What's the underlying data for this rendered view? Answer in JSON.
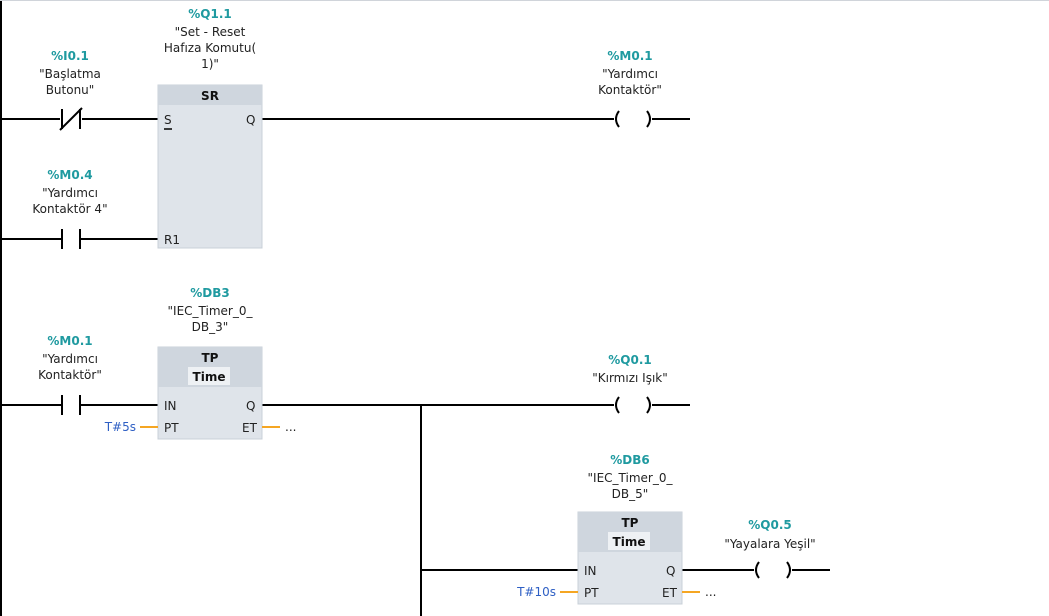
{
  "network1": {
    "contact_start": {
      "address": "%I0.1",
      "name_lines": [
        "\"Başlatma",
        "Butonu\""
      ]
    },
    "contact_m04": {
      "address": "%M0.4",
      "name_lines": [
        "\"Yardımcı",
        "Kontaktör 4\""
      ]
    },
    "sr_block": {
      "address": "%Q1.1",
      "name_lines": [
        "\"Set - Reset",
        "Hafıza Komutu(",
        "1)\""
      ],
      "type": "SR",
      "pin_s": "S",
      "pin_r1": "R1",
      "pin_q": "Q"
    },
    "coil_m01": {
      "address": "%M0.1",
      "name_lines": [
        "\"Yardımcı",
        "Kontaktör\""
      ]
    }
  },
  "network2": {
    "contact_m01": {
      "address": "%M0.1",
      "name_lines": [
        "\"Yardımcı",
        "Kontaktör\""
      ]
    },
    "timer1": {
      "address": "%DB3",
      "name_lines": [
        "\"IEC_Timer_0_",
        "DB_3\""
      ],
      "type": "TP",
      "subtype": "Time",
      "pin_in": "IN",
      "pin_pt": "PT",
      "pin_q": "Q",
      "pin_et": "ET",
      "pt_value": "T#5s",
      "et_value": "..."
    },
    "coil_q01": {
      "address": "%Q0.1",
      "name_lines": [
        "\"Kırmızı Işık\""
      ]
    },
    "timer2": {
      "address": "%DB6",
      "name_lines": [
        "\"IEC_Timer_0_",
        "DB_5\""
      ],
      "type": "TP",
      "subtype": "Time",
      "pin_in": "IN",
      "pin_pt": "PT",
      "pin_q": "Q",
      "pin_et": "ET",
      "pt_value": "T#10s",
      "et_value": "..."
    },
    "coil_q05": {
      "address": "%Q0.5",
      "name_lines": [
        "\"Yayalara Yeşil\""
      ]
    }
  },
  "colors": {
    "address": "#1f9aa0",
    "constant": "#2e5fc4",
    "param_wire": "#f5a623",
    "box_fill": "#dfe4ea",
    "box_header": "#cfd6de"
  }
}
